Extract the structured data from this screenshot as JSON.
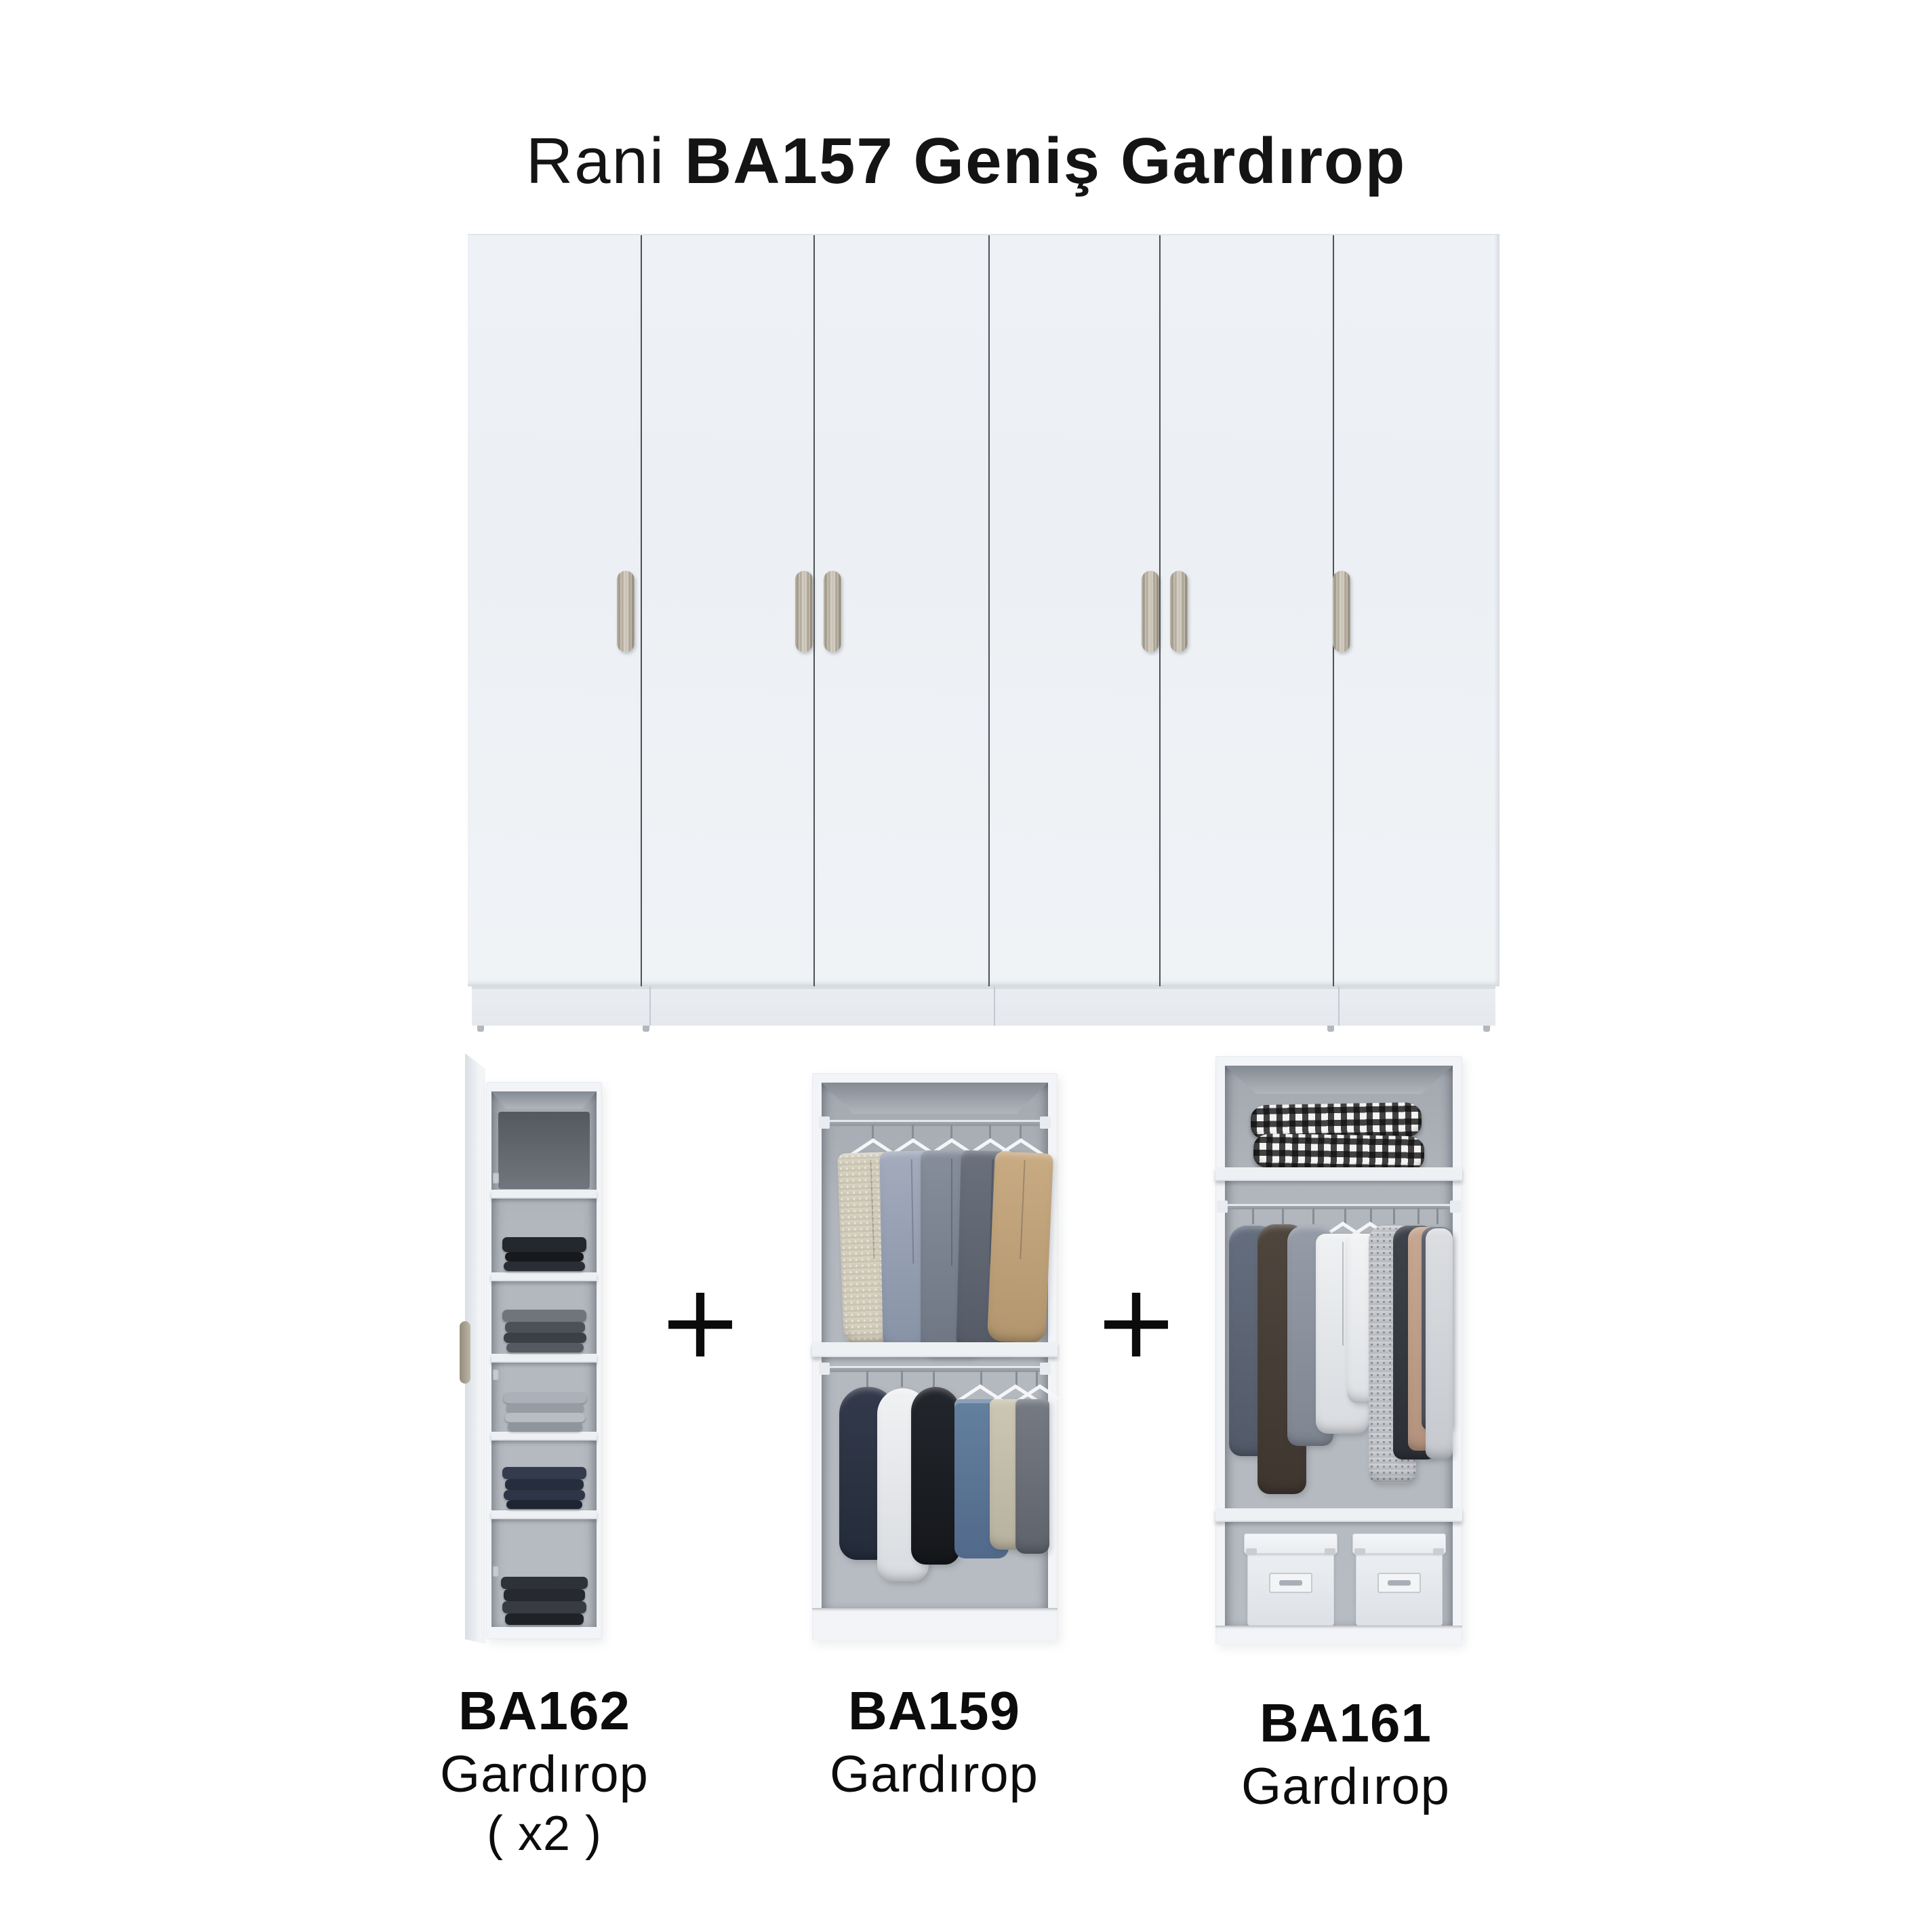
{
  "title": {
    "prefix": "Rani",
    "rest": "BA157 Geniş Gardırop"
  },
  "plus": {
    "symbol": "+"
  },
  "components": [
    {
      "code": "BA162",
      "label": "Gardırop",
      "quantity": "( x2 )"
    },
    {
      "code": "BA159",
      "label": "Gardırop"
    },
    {
      "code": "BA161",
      "label": "Gardırop"
    }
  ],
  "wardrobe": {
    "door_count": 6,
    "door_color": "#eef1f5",
    "seam_color": "#2a2e36",
    "handle_color": "#b2aa9b",
    "plinth_color": "#e9edf1"
  },
  "colors": {
    "background": "#ffffff",
    "text": "#141414",
    "plus_black": "#0b0b0b",
    "frame_white": "#f2f4f7",
    "interior_gray": "#b3b8bf"
  }
}
